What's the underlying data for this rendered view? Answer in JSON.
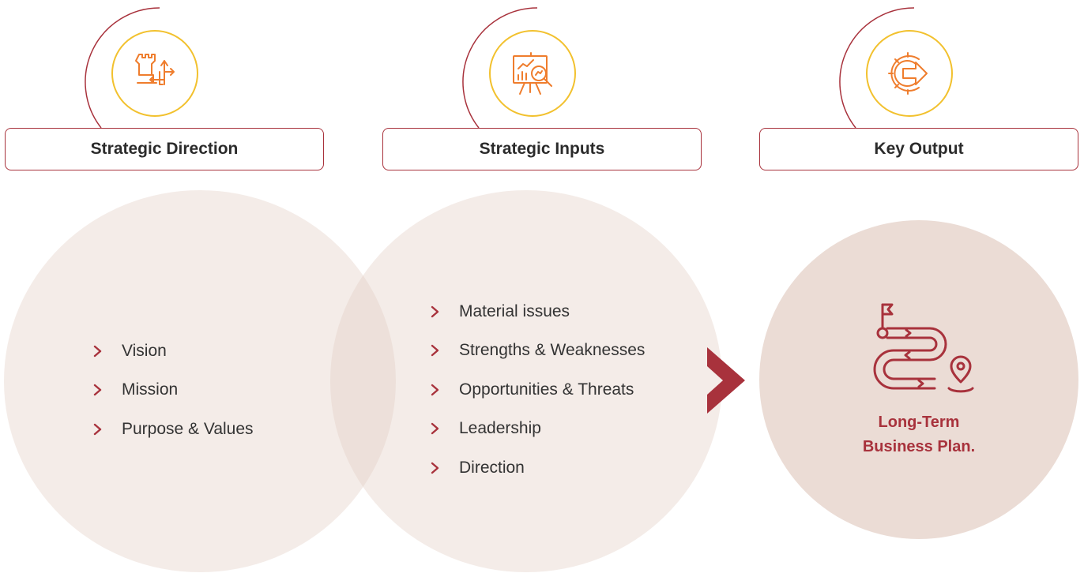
{
  "columns": [
    {
      "title": "Strategic Direction",
      "icon": "strategy-chess-icon"
    },
    {
      "title": "Strategic Inputs",
      "icon": "presentation-analysis-icon"
    },
    {
      "title": "Key Output",
      "icon": "gear-output-icon"
    }
  ],
  "direction_items": [
    "Vision",
    "Mission",
    "Purpose & Values"
  ],
  "input_items": [
    "Material issues",
    "Strengths & Weaknesses",
    "Opportunities & Threats",
    "Leadership",
    "Direction"
  ],
  "output": {
    "line1": "Long-Term",
    "line2": "Business Plan.",
    "icon": "roadmap-flag-icon"
  },
  "colors": {
    "accent": "#a8323c",
    "ring": "#f2c12e",
    "icon": "#ef7d2d",
    "circle": "#e2cec3",
    "output_circle": "#ebdcd5"
  }
}
